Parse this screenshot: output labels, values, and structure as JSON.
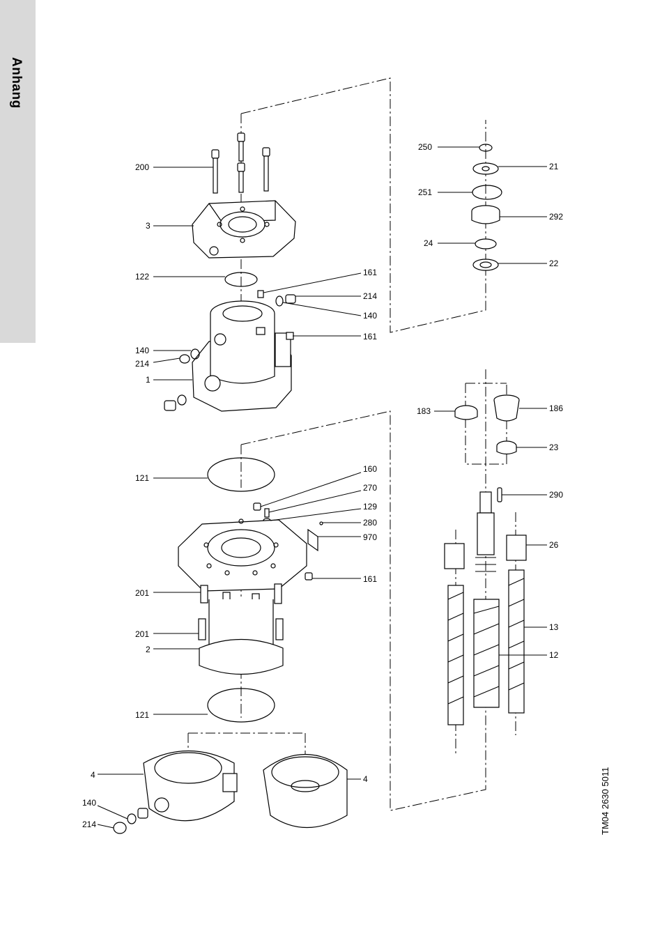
{
  "sidebar": {
    "tab_label": "Anhang"
  },
  "drawing_number": "TM04 2630 5011",
  "callouts": {
    "c200": "200",
    "c3": "3",
    "c122": "122",
    "c161a": "161",
    "c214a": "214",
    "c140a": "140",
    "c161b": "161",
    "c140b": "140",
    "c214b": "214",
    "c1": "1",
    "c250": "250",
    "c21": "21",
    "c251": "251",
    "c292": "292",
    "c24": "24",
    "c22": "22",
    "c183": "183",
    "c186": "186",
    "c23": "23",
    "c290": "290",
    "c26": "26",
    "c13": "13",
    "c12": "12",
    "c121a": "121",
    "c160": "160",
    "c270": "270",
    "c129": "129",
    "c280": "280",
    "c970": "970",
    "c161c": "161",
    "c201a": "201",
    "c201b": "201",
    "c2": "2",
    "c121b": "121",
    "c4a": "4",
    "c4b": "4",
    "c140c": "140",
    "c214c": "214"
  }
}
